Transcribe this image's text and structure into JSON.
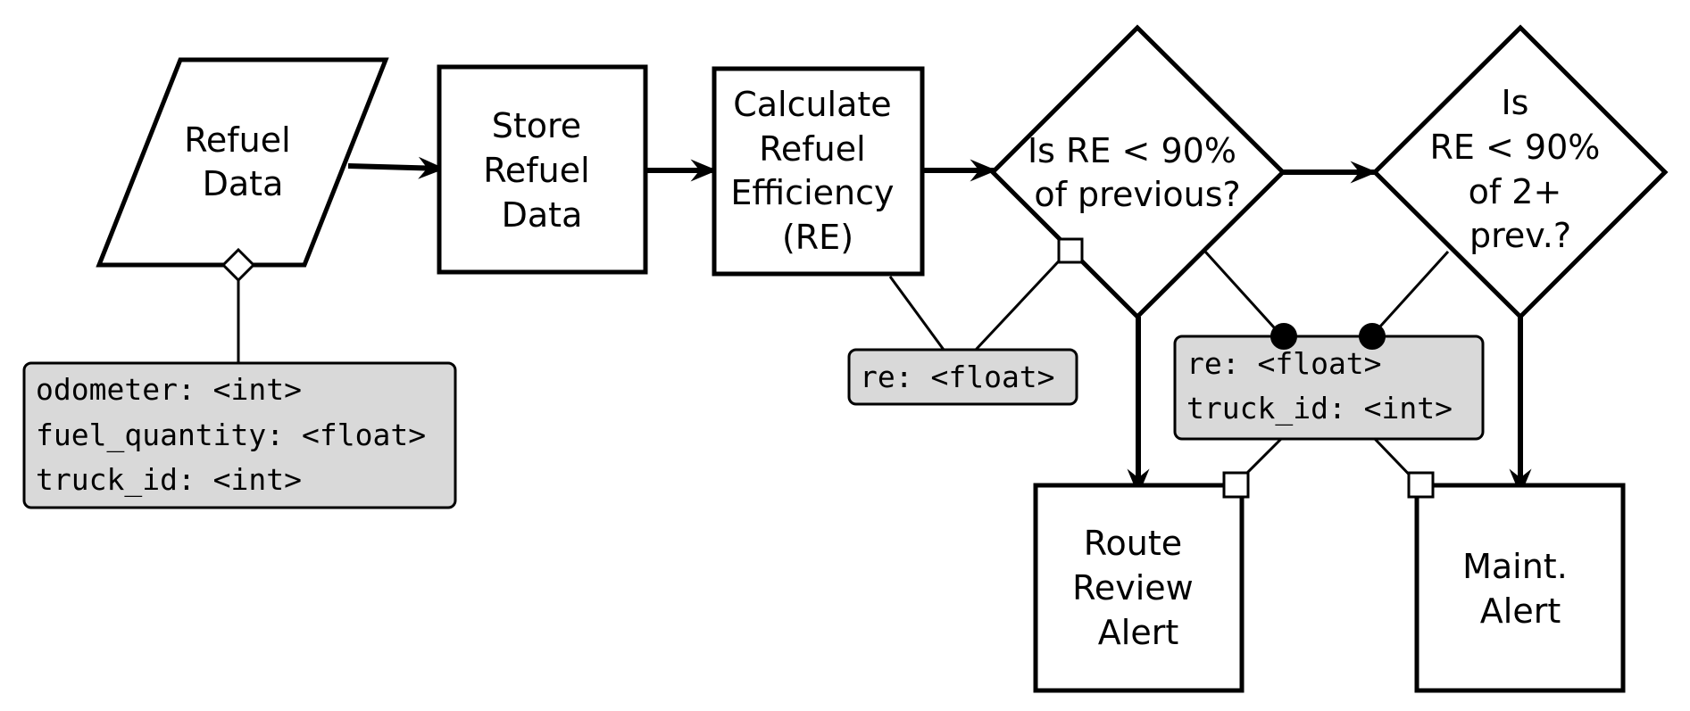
{
  "nodes": {
    "refuel_data": [
      "Refuel",
      "Data"
    ],
    "store_refuel_data": [
      "Store",
      "Refuel",
      "Data"
    ],
    "calculate_re": [
      "Calculate",
      "Refuel",
      "Efficiency",
      "(RE)"
    ],
    "decision_previous": [
      "Is RE < 90%",
      "of previous?"
    ],
    "decision_two_plus": [
      "Is",
      "RE < 90%",
      "of 2+",
      "prev.?"
    ],
    "route_review_alert": [
      "Route",
      "Review",
      "Alert"
    ],
    "maint_alert": [
      "Maint.",
      "Alert"
    ]
  },
  "data_boxes": {
    "refuel_fields": [
      "odometer: <int>",
      "fuel_quantity: <float>",
      "truck_id: <int>"
    ],
    "re_field": [
      "re: <float>"
    ],
    "alert_fields": [
      "re: <float>",
      "truck_id: <int>"
    ]
  }
}
